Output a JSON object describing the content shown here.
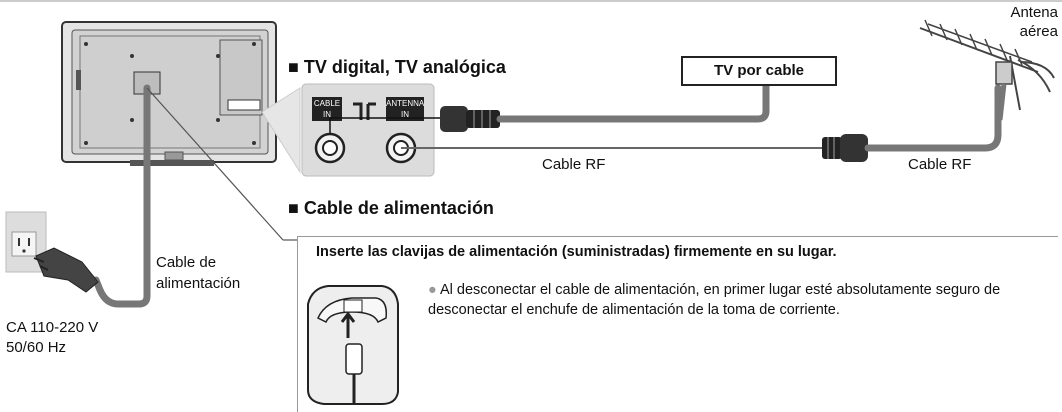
{
  "labels": {
    "antenna": [
      "Antena",
      "aérea"
    ],
    "section_tv": "■ TV digital, TV analógica",
    "cable_tv": "TV por cable",
    "cable_rf_1": "Cable RF",
    "cable_rf_2": "Cable RF",
    "section_power": "■ Cable de alimentación",
    "power_cable": [
      "Cable de",
      "alimentación"
    ],
    "mains": [
      "CA 110-220 V",
      "50/60 Hz"
    ],
    "port_cable": [
      "CABLE",
      "IN"
    ],
    "port_antenna": [
      "ANTENNA",
      "IN"
    ]
  },
  "panel": {
    "title": "Inserte las clavijas de alimentación (suministradas) firmemente en su lugar.",
    "note": "Al desconectar el cable de alimentación, en primer lugar esté absolutamente seguro de desconectar el enchufe de alimentación de la toma de corriente."
  }
}
